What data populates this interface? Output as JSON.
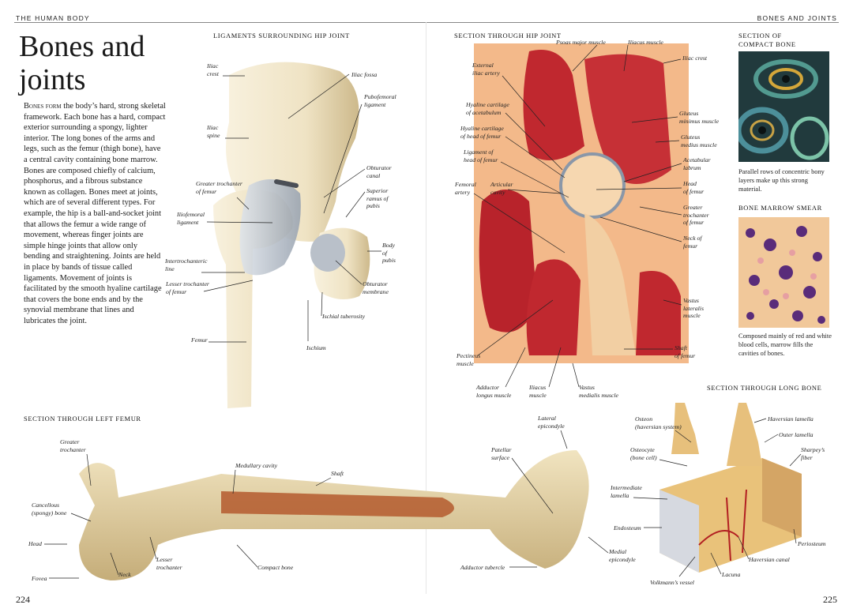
{
  "header": {
    "left": "THE HUMAN BODY",
    "right": "BONES AND JOINTS"
  },
  "page_numbers": {
    "left": "224",
    "right": "225"
  },
  "title": "Bones and joints",
  "intro": {
    "lead": "Bones form",
    "text": " the body’s hard, strong skeletal framework. Each bone has a hard, compact exterior surrounding a spongy, lighter interior. The long bones of the arms and legs, such as the femur (thigh bone), have a central cavity containing bone marrow. Bones are composed chiefly of calcium, phosphorus, and a fibrous substance known as collagen. Bones meet at joints, which are of several different types. For example, the hip is a ball-and-socket joint that allows the femur a wide range of movement, whereas finger joints are simple hinge joints that allow only bending and straightening. Joints are held in place by bands of tissue called ligaments. Movement of joints is facilitated by the smooth hyaline cartilage that covers the bone ends and by the synovial membrane that lines and lubricates the joint."
  },
  "hip_ligaments": {
    "heading": "LIGAMENTS SURROUNDING HIP JOINT",
    "labels": {
      "iliac_crest": "Iliac\ncrest",
      "iliac_fossa": "Iliac fossa",
      "pubofemoral": "Pubofemoral\nligament",
      "iliac_spine": "Iliac\nspine",
      "obturator_canal": "Obturator\ncanal",
      "greater_trochanter": "Greater trochanter\nof femur",
      "superior_ramus": "Superior\nramus of\npubis",
      "iliofemoral": "Iliofemoral\nligament",
      "body_pubis": "Body\nof\npubis",
      "intertrochanteric": "Intertrochanteric\nline",
      "lesser_trochanter": "Lesser trochanter\nof femur",
      "obturator_membrane": "Obturator\nmembrane",
      "ischial_tuberosity": "Ischial tuberosity",
      "femur": "Femur",
      "ischium": "Ischium"
    }
  },
  "hip_section": {
    "heading": "SECTION THROUGH HIP JOINT",
    "labels": {
      "psoas": "Psoas major muscle",
      "iliacus": "Iliacus muscle",
      "iliac_crest": "Iliac crest",
      "external_iliac": "External\niliac artery",
      "hyaline_acetabulum": "Hyaline cartilage\nof acetabulum",
      "gluteus_minimus": "Gluteus\nminimus muscle",
      "hyaline_head": "Hyaline cartilage\nof head of femur",
      "gluteus_medius": "Gluteus\nmedius muscle",
      "ligament_head": "Ligament of\nhead of femur",
      "acetabular_labrum": "Acetabular\nlabrum",
      "femoral_artery": "Femoral\nartery",
      "articular_cavity": "Articular\ncavity",
      "head_femur": "Head\nof femur",
      "greater_trochanter": "Greater\ntrochanter\nof femur",
      "neck_femur": "Neck of\nfemur",
      "vastus_lateralis": "Vastus\nlateralis\nmuscle",
      "pectineus": "Pectineus\nmuscle",
      "shaft_femur": "Shaft\nof femur",
      "adductor_longus": "Adductor\nlongus muscle",
      "iliacus_bottom": "Iliacus\nmuscle",
      "vastus_medialis": "Vastus\nmedialis muscle"
    }
  },
  "compact_bone": {
    "heading": "SECTION OF\nCOMPACT BONE",
    "caption": "Parallel rows of concentric bony layers make up this strong material."
  },
  "marrow": {
    "heading": "BONE MARROW SMEAR",
    "caption": "Composed mainly of red and white blood cells, marrow fills the cavities of bones."
  },
  "femur_section": {
    "heading": "SECTION THROUGH LEFT FEMUR",
    "labels": {
      "greater_trochanter": "Greater\ntrochanter",
      "medullary": "Medullary cavity",
      "shaft": "Shaft",
      "lateral_epicondyle": "Lateral\nepicondyle",
      "patellar": "Patellar\nsurface",
      "cancellous": "Cancellous\n(spongy) bone",
      "head": "Head",
      "lesser_trochanter": "Lesser\ntrochanter",
      "neck": "Neck",
      "compact": "Compact bone",
      "fovea": "Fovea",
      "adductor_tubercle": "Adductor tubercle",
      "medial_epicondyle": "Medial\nepicondyle"
    }
  },
  "long_bone": {
    "heading": "SECTION THROUGH LONG BONE",
    "labels": {
      "osteon": "Osteon\n(haversian system)",
      "haversian_lamella": "Haversian lamella",
      "outer_lamella": "Outer lamella",
      "osteocyte": "Osteocyte\n(bone cell)",
      "sharpeys": "Sharpey’s\nfiber",
      "intermediate": "Intermediate\nlamella",
      "endosteum": "Endosteum",
      "periosteum": "Periosteum",
      "haversian_canal": "Haversian canal",
      "lacuna": "Lacuna",
      "volkmanns": "Volkmann’s vessel"
    }
  },
  "colors": {
    "bone": "#efe3c4",
    "bone_shadow": "#c9b483",
    "muscle": "#c0282f",
    "marrow_bg": "#f1c89a",
    "cell": "#5a2c7a"
  }
}
